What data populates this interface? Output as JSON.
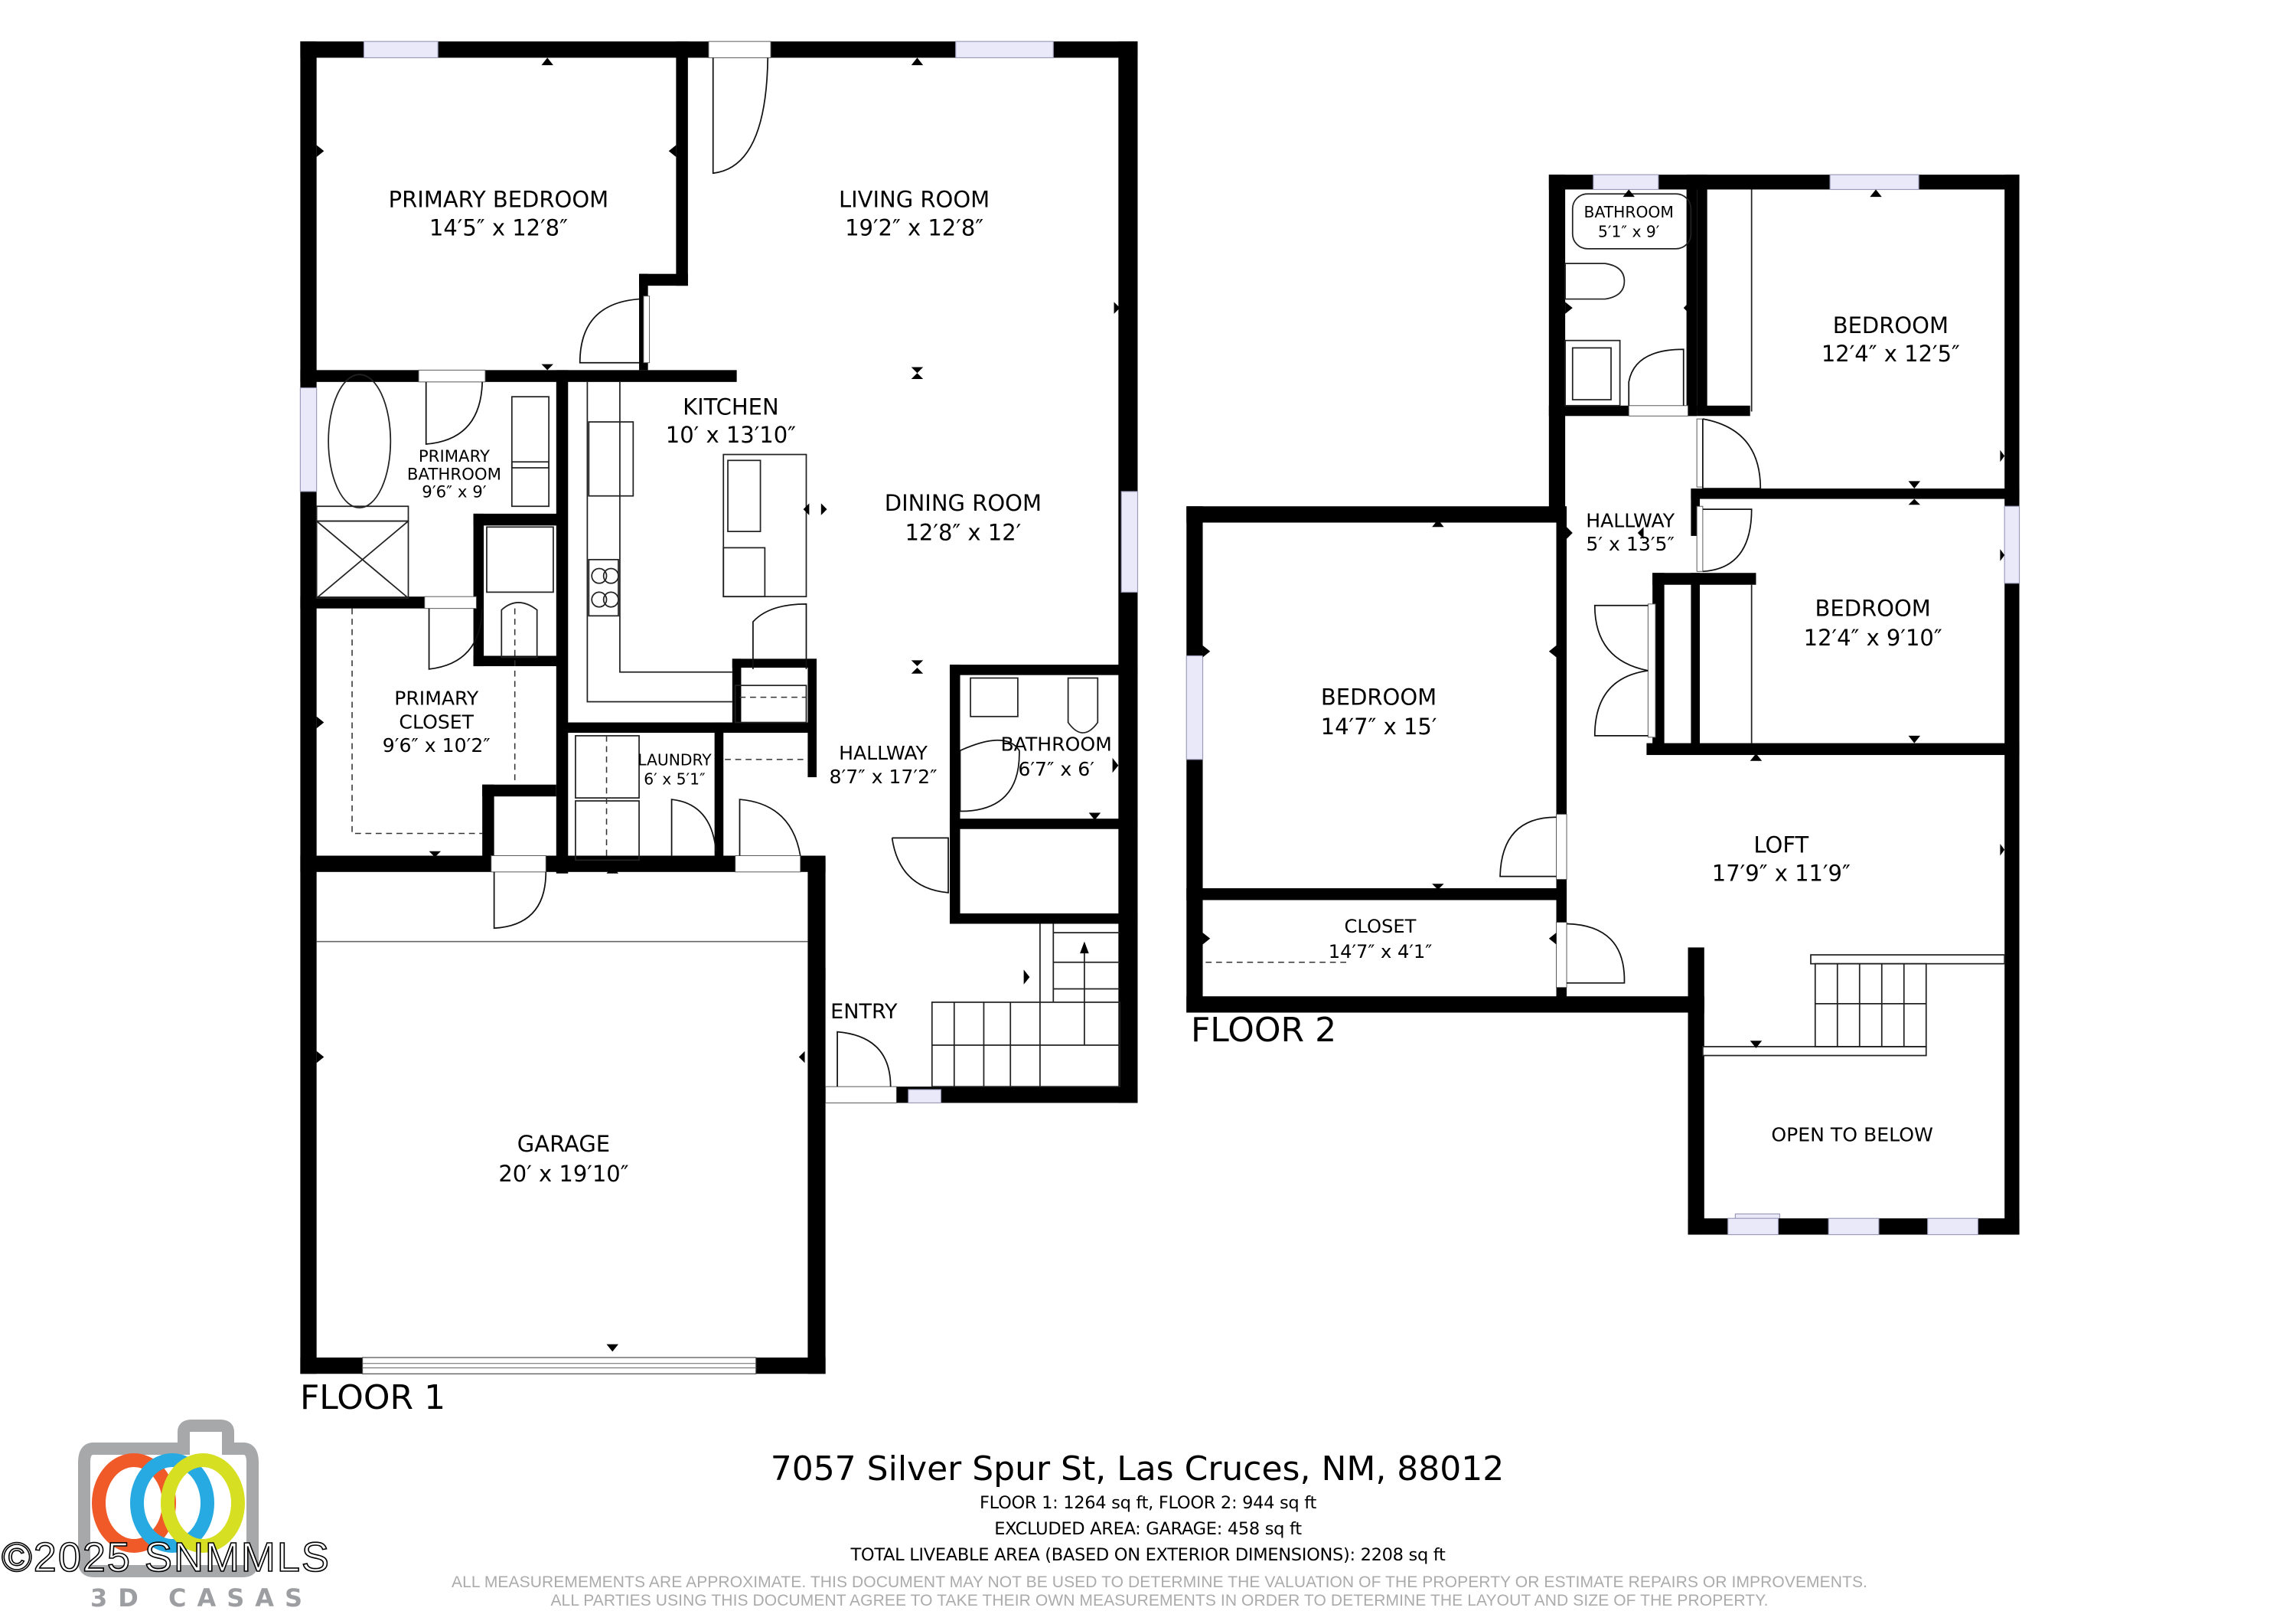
{
  "floors": [
    {
      "label": "FLOOR 1",
      "rooms": [
        {
          "name": "PRIMARY BEDROOM",
          "dims": "14′5″ x 12′8″"
        },
        {
          "name": "LIVING ROOM",
          "dims": "19′2″ x 12′8″"
        },
        {
          "name": "KITCHEN",
          "dims": "10′ x 13′10″"
        },
        {
          "name": "DINING ROOM",
          "dims": "12′8″ x 12′"
        },
        {
          "name": "PRIMARY",
          "name2": "BATHROOM",
          "dims": "9′6″ x 9′"
        },
        {
          "name": "PRIMARY",
          "name2": "CLOSET",
          "dims": "9′6″ x 10′2″"
        },
        {
          "name": "LAUNDRY",
          "dims": "6′ x 5′1″"
        },
        {
          "name": "HALLWAY",
          "dims": "8′7″ x 17′2″"
        },
        {
          "name": "BATHROOM",
          "dims": "6′7″ x 6′"
        },
        {
          "name": "ENTRY",
          "dims": ""
        },
        {
          "name": "GARAGE",
          "dims": "20′ x 19′10″"
        }
      ]
    },
    {
      "label": "FLOOR 2",
      "rooms": [
        {
          "name": "BATHROOM",
          "dims": "5′1″ x 9′"
        },
        {
          "name": "BEDROOM",
          "dims": "12′4″ x 12′5″"
        },
        {
          "name": "HALLWAY",
          "dims": "5′ x 13′5″"
        },
        {
          "name": "BEDROOM",
          "dims": "12′4″ x 9′10″"
        },
        {
          "name": "BEDROOM",
          "dims": "14′7″ x 15′"
        },
        {
          "name": "LOFT",
          "dims": "17′9″ x 11′9″"
        },
        {
          "name": "CLOSET",
          "dims": "14′7″ x 4′1″"
        },
        {
          "name": "OPEN TO BELOW",
          "dims": ""
        }
      ]
    }
  ],
  "footer": {
    "address": "7057 Silver Spur St, Las Cruces, NM, 88012",
    "floor_areas": "FLOOR 1: 1264 sq ft, FLOOR 2: 944 sq ft",
    "excluded": "EXCLUDED AREA: GARAGE: 458 sq ft",
    "total": "TOTAL LIVEABLE AREA (BASED ON EXTERIOR DIMENSIONS): 2208 sq ft",
    "disclaimer_1": "ALL MEASUREMEMENTS ARE APPROXIMATE. THIS DOCUMENT MAY NOT BE USED TO DETERMINE THE VALUATION OF THE PROPERTY OR ESTIMATE REPAIRS OR IMPROVEMENTS.",
    "disclaimer_2": "ALL PARTIES USING THIS DOCUMENT AGREE TO TAKE THEIR OWN MEASUREMENTS IN ORDER TO DETERMINE THE LAYOUT AND SIZE OF THE PROPERTY."
  },
  "watermark": {
    "copyright": "©2025 SNMMLS",
    "brand": "3D CASAS",
    "logo_icon": "camera-rings-icon",
    "logo_colors": {
      "frame": "#a7a8aa",
      "ring1": "#f05a28",
      "ring2": "#27aae1",
      "ring3": "#d7df23"
    }
  },
  "colors": {
    "wall": "#000000",
    "window_glass": "#e9e9f9",
    "disclaimer_text": "#ababab"
  }
}
